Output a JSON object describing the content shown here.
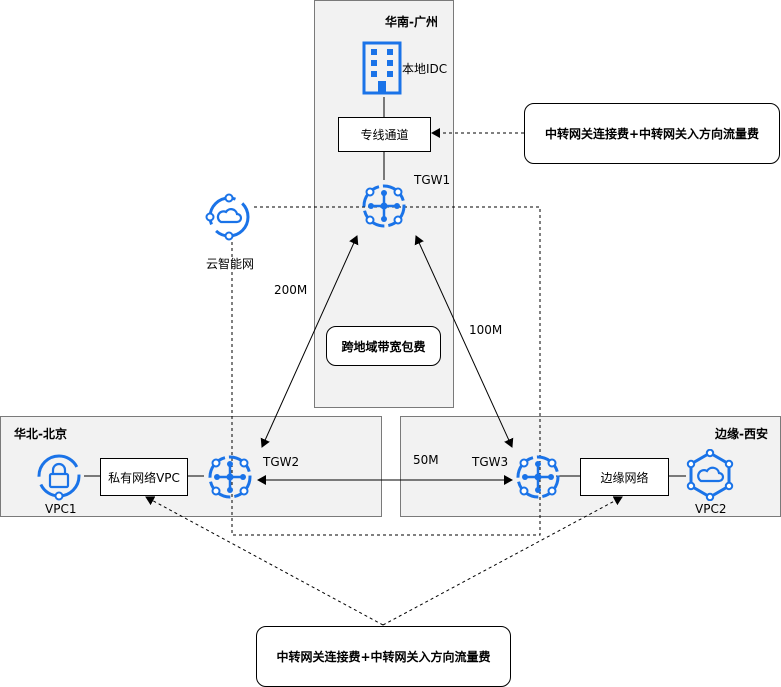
{
  "regions": {
    "south": {
      "title": "华南-广州"
    },
    "north": {
      "title": "华北-北京"
    },
    "edge": {
      "title": "边缘-西安"
    }
  },
  "nodes": {
    "idc": {
      "label": "本地IDC"
    },
    "dedicated_line": {
      "label": "专线通道"
    },
    "tgw1": {
      "label": "TGW1"
    },
    "tgw2": {
      "label": "TGW2"
    },
    "tgw3": {
      "label": "TGW3"
    },
    "cloud_smart_network": {
      "label": "云智能网"
    },
    "vpc1": {
      "label": "VPC1"
    },
    "vpc2": {
      "label": "VPC2"
    },
    "private_vpc": {
      "label": "私有网络VPC"
    },
    "edge_network": {
      "label": "边缘网络"
    }
  },
  "annotations": {
    "fee_top": "中转网关连接费+中转网关入方向流量费",
    "fee_bottom": "中转网关连接费+中转网关入方向流量费",
    "cross_region_fee": "跨地域带宽包费"
  },
  "bandwidth": {
    "tgw1_tgw2": "200M",
    "tgw1_tgw3": "100M",
    "tgw2_tgw3": "50M"
  },
  "colors": {
    "accent": "#1a73e8",
    "region_fill": "#f2f2f2",
    "region_border": "#7a7a7a"
  }
}
